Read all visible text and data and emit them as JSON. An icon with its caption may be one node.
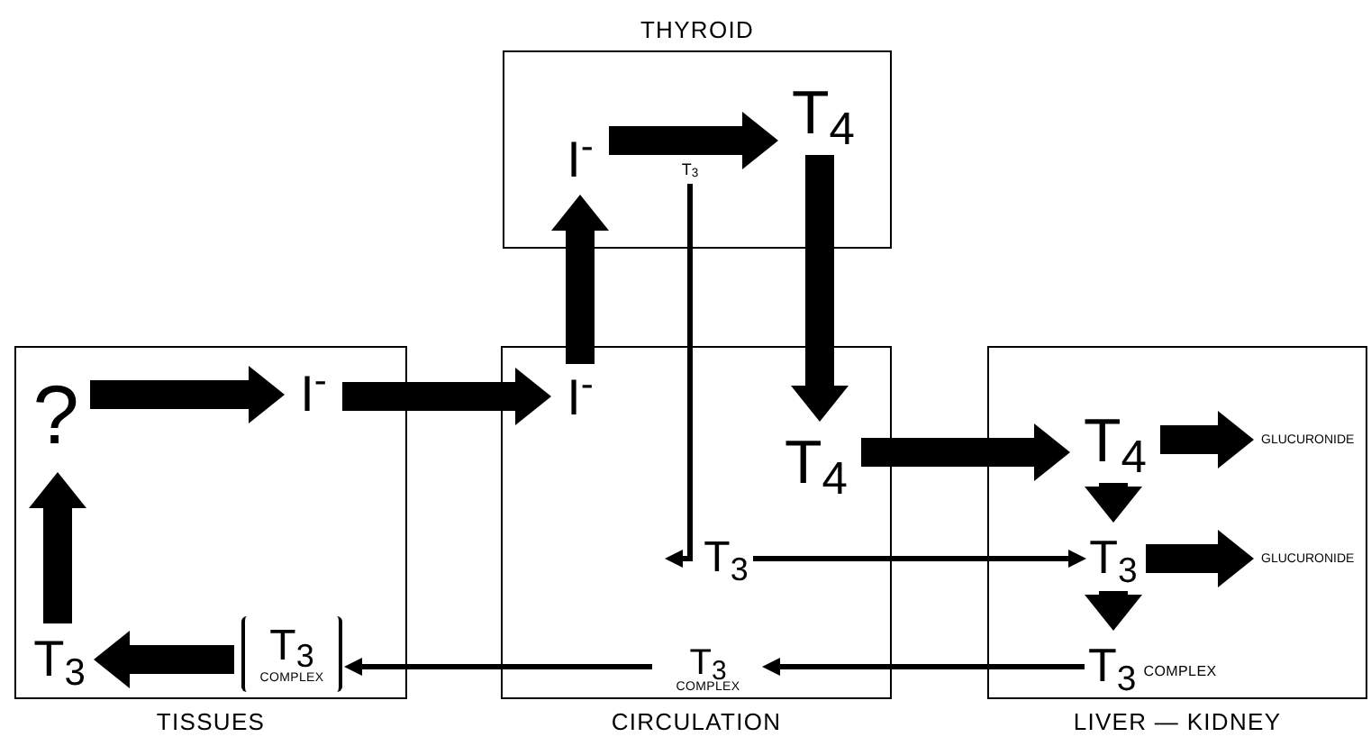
{
  "diagram": {
    "nodes": [
      {
        "text": [
          "THYROID"
        ]
      },
      {
        "text": [
          "I$^{-}$"
        ],
        "in": 0
      },
      {
        "text": [
          "T$_{4}$"
        ],
        "in": 0
      },
      {
        "text": [
          "T$_{3}$"
        ],
        "in": 0
      },
      {
        "text": [
          "TISSUES"
        ]
      },
      {
        "text": [
          "?"
        ],
        "in": 4
      },
      {
        "text": [
          "I$^{-}$"
        ],
        "in": 4
      },
      {
        "text": [
          "T$_{3}$"
        ],
        "in": 4
      },
      {
        "text": [
          "T$_{3}$",
          "COMPLEX"
        ],
        "in": 4
      },
      {
        "text": [
          "CIRCULATION"
        ]
      },
      {
        "text": [
          "I$^{-}$"
        ],
        "in": 9
      },
      {
        "text": [
          "T$_{4}$"
        ],
        "in": 9
      },
      {
        "text": [
          "T$_{3}$"
        ],
        "in": 9
      },
      {
        "text": [
          "T$_{3}$",
          "COMPLEX"
        ],
        "in": 9
      },
      {
        "text": [
          "LIVER — KIDNEY"
        ]
      },
      {
        "text": [
          "T$_{4}$"
        ],
        "in": 14
      },
      {
        "text": [
          "T$_{3}$"
        ],
        "in": 14
      },
      {
        "text": [
          "T$_{3}$",
          "COMPLEX"
        ],
        "in": 14
      },
      {
        "text": [
          "GLUCURONIDE"
        ],
        "in": 14
      },
      {
        "text": [
          "GLUCURONIDE"
        ],
        "in": 14
      }
    ],
    "edges": [
      {
        "from": 1,
        "to": 2,
        "arrow": "to"
      },
      {
        "from": 10,
        "to": 1,
        "arrow": "to"
      },
      {
        "from": 3,
        "to": 12,
        "arrow": "to"
      },
      {
        "from": 2,
        "to": 11,
        "arrow": "to"
      },
      {
        "from": 5,
        "to": 6,
        "arrow": "to"
      },
      {
        "from": 6,
        "to": 10,
        "arrow": "to"
      },
      {
        "from": 11,
        "to": 15,
        "arrow": "to"
      },
      {
        "from": 15,
        "to": 16,
        "arrow": "to"
      },
      {
        "from": 15,
        "to": 18,
        "arrow": "to"
      },
      {
        "from": 16,
        "to": 19,
        "arrow": "to"
      },
      {
        "from": 12,
        "to": 16,
        "arrow": "to"
      },
      {
        "from": 16,
        "to": 17,
        "arrow": "to"
      },
      {
        "from": 17,
        "to": 13,
        "arrow": "to"
      },
      {
        "from": 13,
        "to": 8,
        "arrow": "to"
      },
      {
        "from": 8,
        "to": 7,
        "arrow": "to"
      },
      {
        "from": 7,
        "to": 5,
        "arrow": "to"
      }
    ]
  }
}
